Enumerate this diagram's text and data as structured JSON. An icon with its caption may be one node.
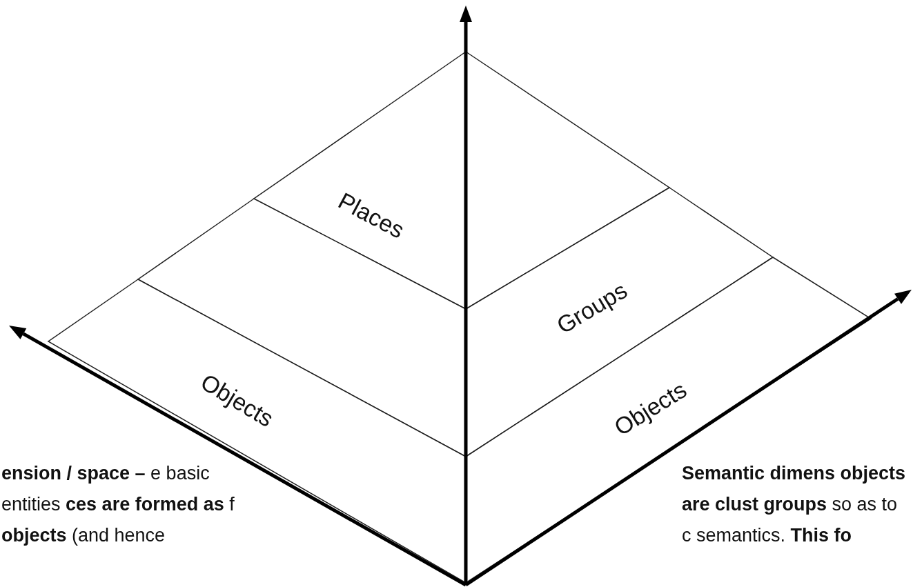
{
  "diagram": {
    "nodes": [
      {
        "text": [
          "Places"
        ]
      },
      {
        "text": [],
        "shape": "band"
      },
      {
        "text": [
          "Objects"
        ]
      },
      {
        "text": [],
        "shape": "band"
      },
      {
        "text": [
          "Groups"
        ]
      },
      {
        "text": [
          "Objects"
        ]
      }
    ],
    "labels": [
      "**ension / space –** e basic entities **ces are formed as** f **objects** (and hence",
      "**Semantic dimens objects are clust groups** so as to c semantics. **This fo**"
    ]
  }
}
